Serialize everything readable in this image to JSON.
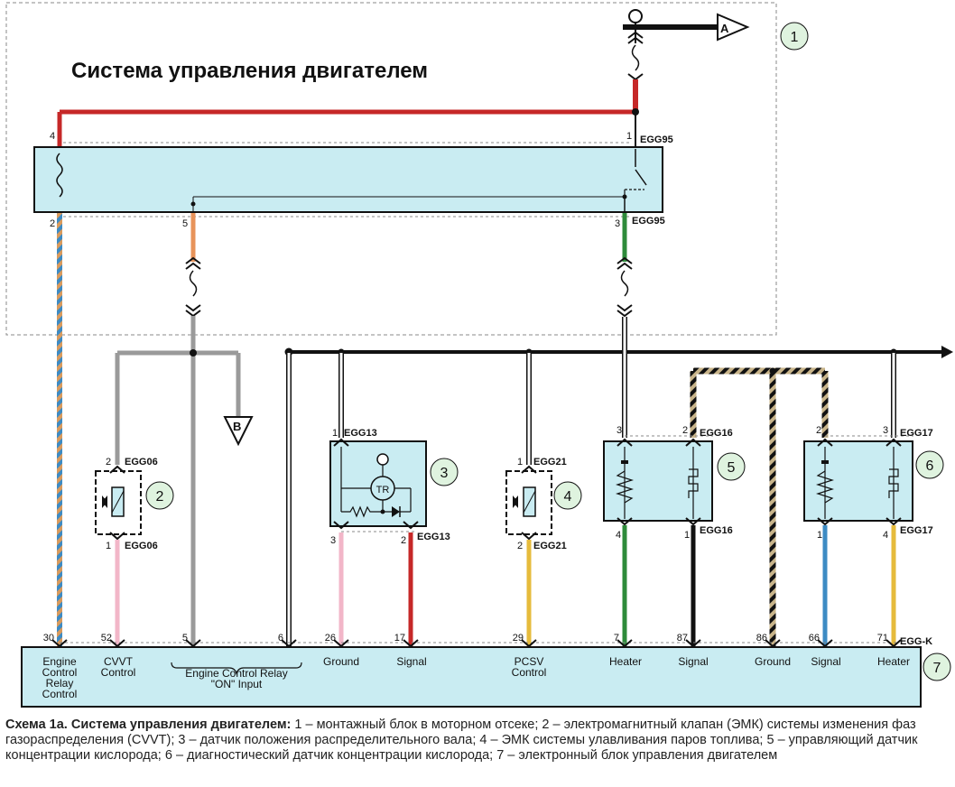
{
  "title": "Система управления двигателем",
  "connectors": {
    "egg95": "EGG95",
    "egg06": "EGG06",
    "egg13": "EGG13",
    "egg21": "EGG21",
    "egg16": "EGG16",
    "egg17": "EGG17",
    "eggk": "EGG-K"
  },
  "refs": {
    "a": "A",
    "b": "B",
    "tr": "TR"
  },
  "callouts": [
    "1",
    "2",
    "3",
    "4",
    "5",
    "6",
    "7"
  ],
  "relay_pins": {
    "p4": "4",
    "p1": "1",
    "p2": "2",
    "p5": "5",
    "p3": "3"
  },
  "component_pins": {
    "c2_top": "2",
    "c2_bot": "1",
    "c3_top": "1",
    "c3_bl": "3",
    "c3_br": "2",
    "c4_top": "1",
    "c4_bot": "2",
    "c5_tl": "3",
    "c5_tr": "2",
    "c5_bl": "4",
    "c5_br": "1",
    "c6_tl": "2",
    "c6_tr": "3",
    "c6_bl": "1",
    "c6_br": "4"
  },
  "ecu_pins": [
    "30",
    "52",
    "5",
    "6",
    "26",
    "17",
    "29",
    "7",
    "87",
    "86",
    "66",
    "71"
  ],
  "ecu_labels": {
    "relay_control": [
      "Engine",
      "Control",
      "Relay",
      "Control"
    ],
    "cvvt": [
      "CVVT",
      "Control"
    ],
    "relay_on": [
      "Engine Control Relay",
      "\"ON\" Input"
    ],
    "ground1": "Ground",
    "signal1": "Signal",
    "pcsv": [
      "PCSV",
      "Control"
    ],
    "heater1": "Heater",
    "signal2": "Signal",
    "ground2": "Ground",
    "signal3": "Signal",
    "heater2": "Heater"
  },
  "caption": {
    "bold": "Схема 1а. Система управления двигателем:",
    "text": " 1 – монтажный блок в моторном отсеке; 2 – электромагнитный клапан (ЭМК) системы изменения фаз газораспределения (CVVT); 3 – датчик положения распределительного вала; 4 – ЭМК системы улавливания паров топлива; 5 – управляющий датчик концентрации кислорода; 6 – диагностический датчик концентрации кислорода; 7 – электронный блок управления двигателем"
  },
  "colors": {
    "red": "#c62828",
    "blue": "#3d8bc4",
    "orange": "#e8935a",
    "green": "#2e8b3a",
    "gray": "#9a9a9a",
    "pink": "#f2b6c8",
    "yellow": "#e6bb3c",
    "black": "#111111",
    "box_fill": "#c9ecf2"
  }
}
